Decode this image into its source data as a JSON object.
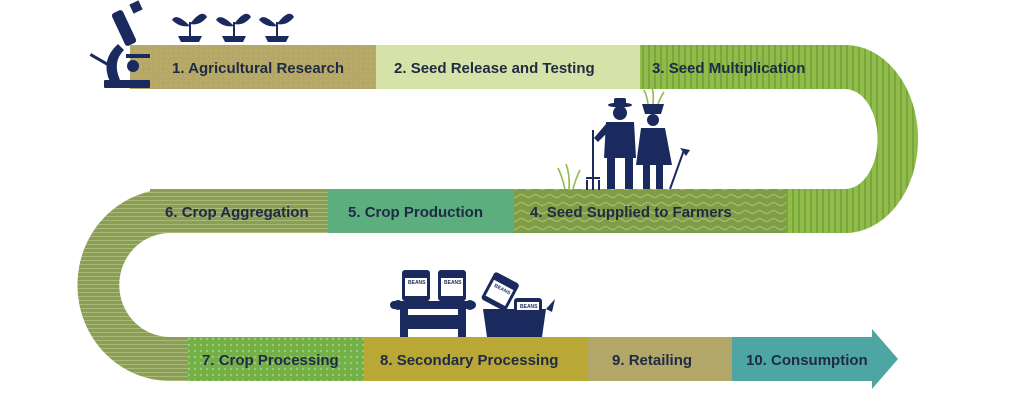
{
  "diagram": {
    "stages": [
      {
        "number": "1.",
        "label": "Agricultural Research",
        "color": "#b5a866"
      },
      {
        "number": "2.",
        "label": "Seed Release and Testing",
        "color": "#d6e3a8"
      },
      {
        "number": "3.",
        "label": "Seed Multiplication",
        "color": "#8fbc4a"
      },
      {
        "number": "4.",
        "label": "Seed Supplied to Farmers",
        "color": "#7f9c47"
      },
      {
        "number": "5.",
        "label": "Crop Production",
        "color": "#5cae7e"
      },
      {
        "number": "6.",
        "label": "Crop Aggregation",
        "color": "#8a9f55"
      },
      {
        "number": "7.",
        "label": "Crop Processing",
        "color": "#74b04a"
      },
      {
        "number": "8.",
        "label": "Secondary Processing",
        "color": "#b9a836"
      },
      {
        "number": "9.",
        "label": "Retailing",
        "color": "#b2a668"
      },
      {
        "number": "10.",
        "label": "Consumption",
        "color": "#4ea6a3"
      }
    ],
    "illustrations": {
      "research_icon": "microscope-icon",
      "seedlings_icon": "seedling-icon",
      "farmers_icon": "farmers-icon",
      "factory_icon": "conveyor-cans-icon",
      "can_text": "BEANS"
    },
    "colors": {
      "navy": "#1b2a5e",
      "green_curve": "#8fbc4a",
      "olive_curve": "#8a9f55"
    }
  }
}
